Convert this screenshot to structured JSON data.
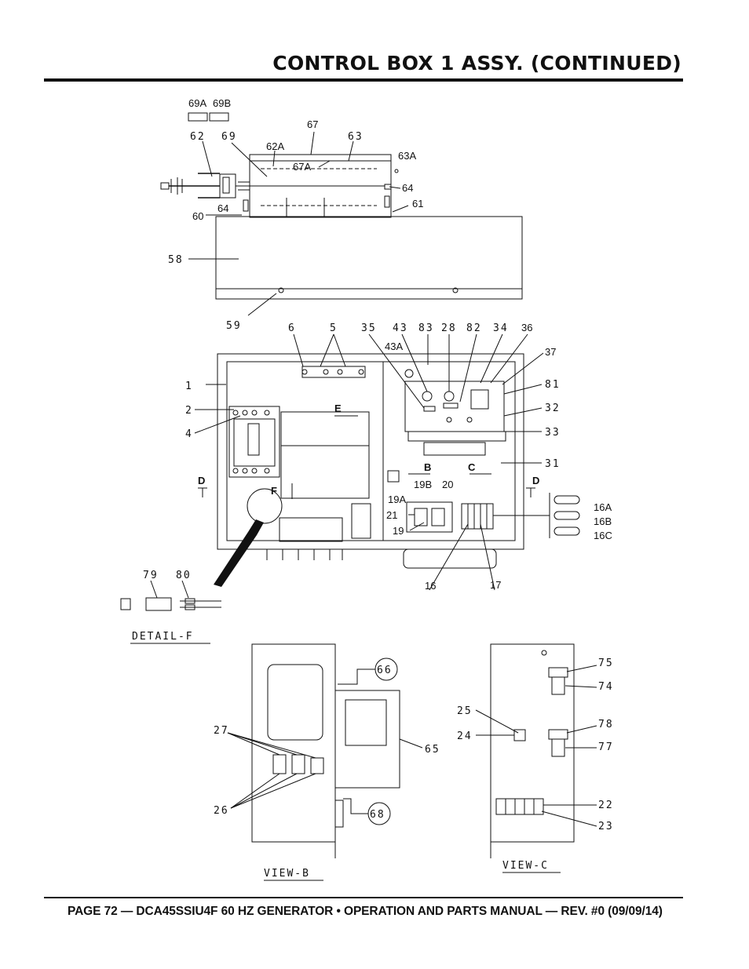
{
  "header": {
    "title": "CONTROL BOX 1 ASSY. (CONTINUED)"
  },
  "footer": {
    "text": "PAGE 72 — DCA45SSIU4F 60 HZ GENERATOR • OPERATION AND PARTS MANUAL — REV. #0 (09/09/14)"
  },
  "diagram": {
    "callouts_top": [
      "69A",
      "69B",
      "67",
      "62",
      "69",
      "63",
      "62A",
      "63A",
      "67A",
      "64",
      "64",
      "60",
      "61",
      "58",
      "59"
    ],
    "callouts_main": [
      "6",
      "5",
      "35",
      "43",
      "83",
      "28",
      "82",
      "34",
      "36",
      "43A",
      "37",
      "1",
      "81",
      "2",
      "32",
      "4",
      "33",
      "31",
      "19B",
      "20",
      "19A",
      "21",
      "19",
      "16A",
      "16B",
      "16C",
      "16",
      "17"
    ],
    "view_letters": [
      "E",
      "B",
      "C",
      "D",
      "D",
      "F"
    ],
    "detail_callouts": [
      "79",
      "80"
    ],
    "view_b_callouts": [
      "66",
      "27",
      "65",
      "26",
      "68"
    ],
    "view_c_callouts": [
      "75",
      "74",
      "25",
      "78",
      "24",
      "77",
      "22",
      "23"
    ],
    "captions": {
      "detail_f": "DETAIL-F",
      "view_b": "VIEW-B",
      "view_c": "VIEW-C"
    }
  }
}
